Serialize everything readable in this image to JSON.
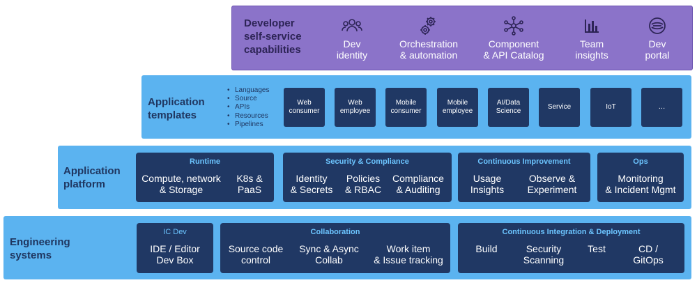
{
  "developer": {
    "title": "Developer\nself-service\ncapabilities",
    "capabilities": [
      {
        "label": "Dev\nidentity",
        "icon": "people-icon"
      },
      {
        "label": "Orchestration\n& automation",
        "icon": "gears-icon"
      },
      {
        "label": "Component\n& API Catalog",
        "icon": "network-icon"
      },
      {
        "label": "Team\ninsights",
        "icon": "bar-chart-icon"
      },
      {
        "label": "Dev\nportal",
        "icon": "portal-icon"
      }
    ]
  },
  "templates": {
    "title": "Application\ntemplates",
    "bullets": [
      "Languages",
      "Source",
      "APIs",
      "Resources",
      "Pipelines"
    ],
    "boxes": [
      "Web\nconsumer",
      "Web\nemployee",
      "Mobile\nconsumer",
      "Mobile\nemployee",
      "AI/Data\nScience",
      "Service",
      "IoT",
      "…"
    ]
  },
  "platform": {
    "title": "Application\nplatform",
    "groups": [
      {
        "title": "Runtime",
        "items": [
          "Compute, network\n& Storage",
          "K8s &\nPaaS"
        ]
      },
      {
        "title": "Security & Compliance",
        "items": [
          "Identity\n& Secrets",
          "Policies\n& RBAC",
          "Compliance\n& Auditing"
        ]
      },
      {
        "title": "Continuous Improvement",
        "items": [
          "Usage\nInsights",
          "Observe &\nExperiment"
        ]
      },
      {
        "title": "Ops",
        "items": [
          "Monitoring\n& Incident Mgmt"
        ]
      }
    ]
  },
  "engineering": {
    "title": "Engineering\nsystems",
    "groups": [
      {
        "title": "IC Dev",
        "items": [
          "IDE / Editor\nDev Box"
        ]
      },
      {
        "title": "Collaboration",
        "items": [
          "Source code\ncontrol",
          "Sync & Async\nCollab",
          "Work item\n& Issue tracking"
        ]
      },
      {
        "title": "Continuous Integration & Deployment",
        "items": [
          "Build",
          "Security\nScanning",
          "Test",
          "CD /\nGitOps"
        ]
      }
    ]
  },
  "colors": {
    "top_layer": "#8b73c9",
    "layer": "#5bb3f0",
    "box": "#203864",
    "group_title": "#6cc5ff",
    "layer_title": "#1f3660"
  }
}
